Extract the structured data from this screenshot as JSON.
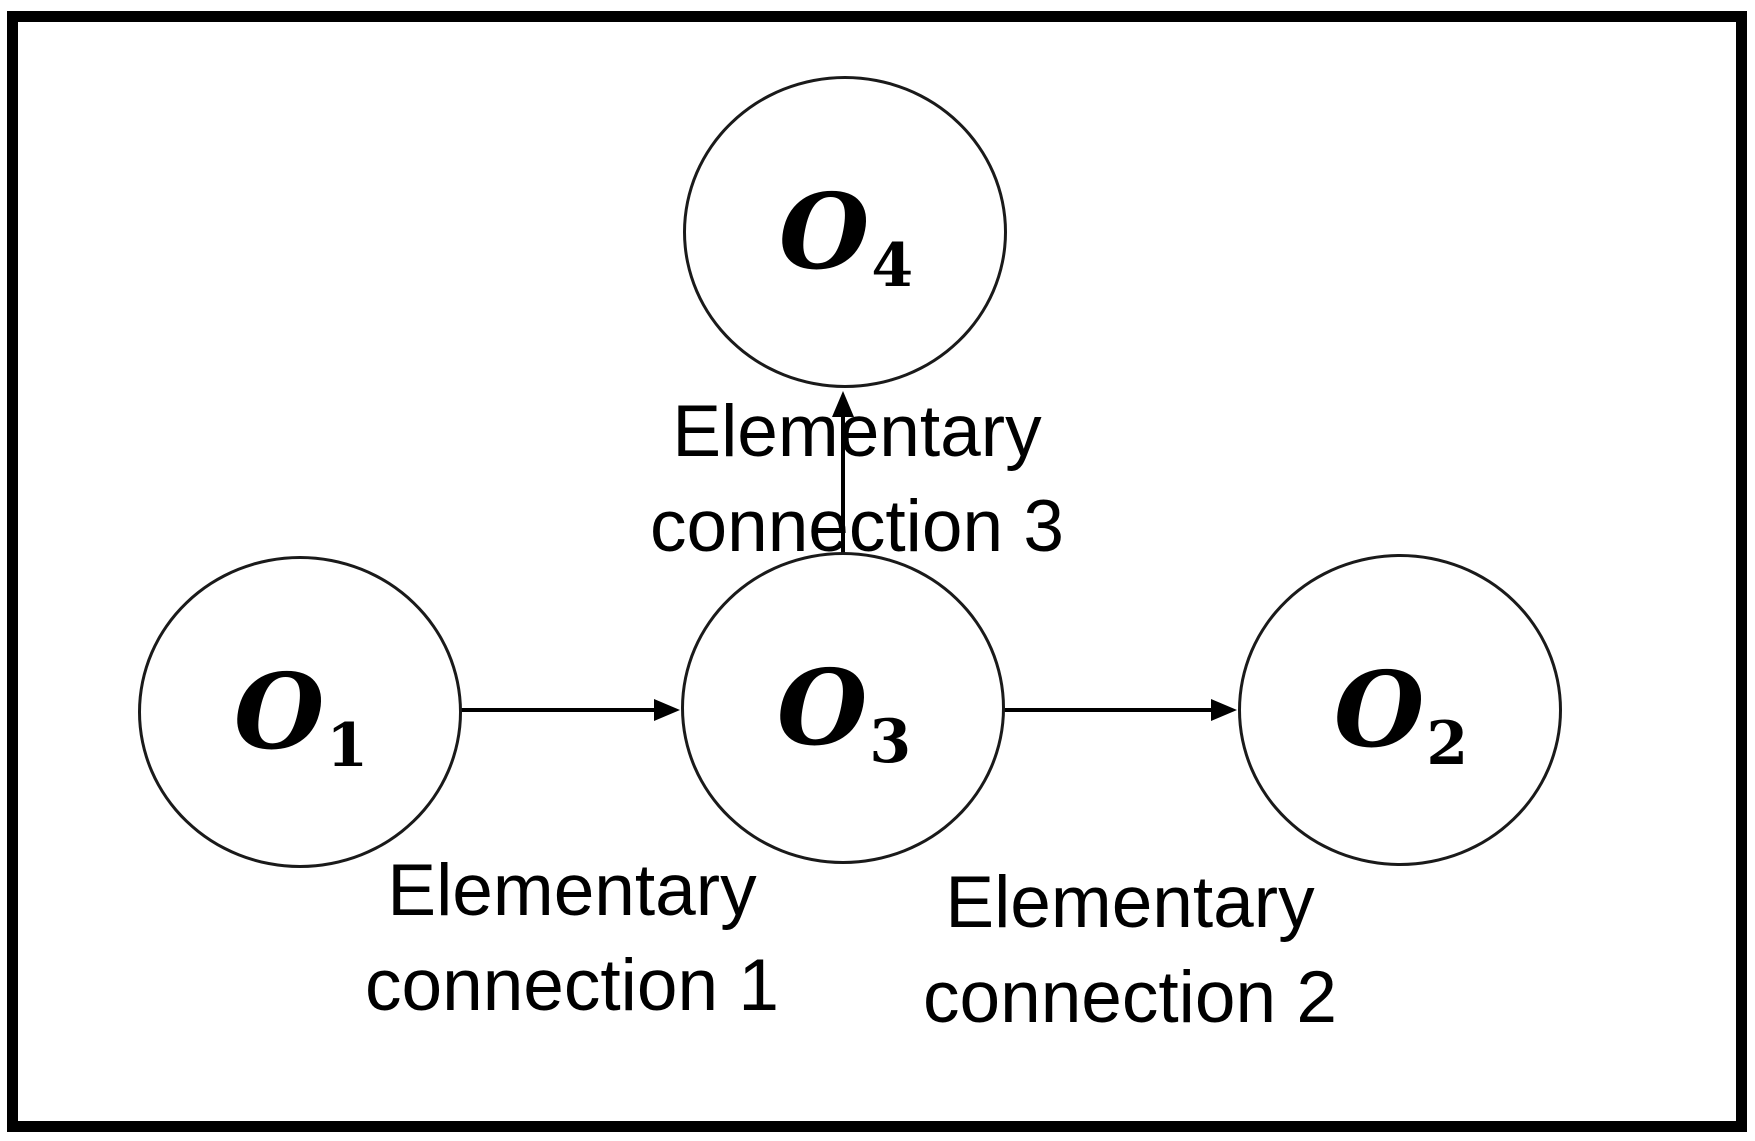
{
  "figure": {
    "kind": "directed-graph-diagram",
    "background_color": "#ffffff",
    "stroke_color": "#000000",
    "nodes": [
      {
        "id": "O1",
        "symbol": "O",
        "subscript": "1"
      },
      {
        "id": "O2",
        "symbol": "O",
        "subscript": "2"
      },
      {
        "id": "O3",
        "symbol": "O",
        "subscript": "3"
      },
      {
        "id": "O4",
        "symbol": "O",
        "subscript": "4"
      }
    ],
    "edges": [
      {
        "from": "O1",
        "to": "O3",
        "label_line1": "Elementary",
        "label_line2": "connection 1"
      },
      {
        "from": "O3",
        "to": "O2",
        "label_line1": "Elementary",
        "label_line2": "connection 2"
      },
      {
        "from": "O3",
        "to": "O4",
        "label_line1": "Elementary",
        "label_line2": "connection 3"
      }
    ]
  }
}
